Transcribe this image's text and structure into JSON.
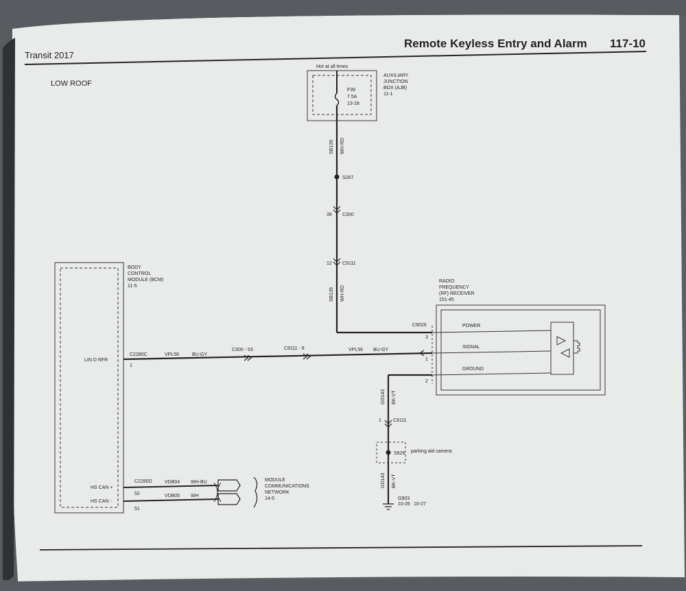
{
  "header": {
    "left": "Transit 2017",
    "title": "Remote Keyless Entry and Alarm",
    "page_number": "117-10"
  },
  "section_label": "LOW ROOF",
  "fuse_box": {
    "hot_label": "Hot at all times",
    "fuse": "F39",
    "rating": "7.5A",
    "ref": "13-28",
    "name_lines": [
      "AUXILIARY",
      "JUNCTION",
      "BOX (AJB)",
      "11-1"
    ]
  },
  "upper_wire": {
    "circuit": "SB139",
    "color": "WH-RD",
    "splice": "S267",
    "c300_pin": "39",
    "c300": "C300",
    "c9111_pin": "12",
    "c9111": "C9111"
  },
  "bcm": {
    "name_lines": [
      "BODY",
      "CONTROL",
      "MODULE (BCM)",
      "11-5"
    ],
    "lin_label": "LIN D RFR",
    "hs_can_plus": "HS CAN +",
    "hs_can_minus": "HS CAN -"
  },
  "lin_wire": {
    "connector": "C2280C",
    "pin": "1",
    "circuit_left": "VPL56",
    "color_left": "BU-GY",
    "c300_label": "C300 - 53",
    "c9111_label": "C9111 - 8",
    "circuit_right": "VPL56",
    "color_right": "BU-GY"
  },
  "can_wires": {
    "connector": "C2280D",
    "pin_plus": "52",
    "pin_minus": "51",
    "circuit_plus": "VDB04",
    "color_plus": "WH-BU",
    "circuit_minus": "VDB05",
    "color_minus": "WH",
    "network_lines": [
      "MODULE",
      "COMMUNICATIONS",
      "NETWORK",
      "14-5"
    ]
  },
  "receiver": {
    "name_lines": [
      "RADIO",
      "FREQUENCY",
      "(RF) RECEIVER",
      "151-45"
    ],
    "connector": "C9026",
    "pin_power": "3",
    "pin_signal": "1",
    "pin_ground": "2",
    "power": "POWER",
    "signal": "SIGNAL",
    "ground": "GROUND"
  },
  "ground_wire": {
    "circuit": "GD143",
    "color": "BK-VT",
    "c9111_pin": "1",
    "c9111": "C9111",
    "splice": "S926",
    "camera_label": "parking aid camera",
    "ground_id": "G903",
    "ref_a": "10-26",
    "ref_b": "10-27"
  }
}
